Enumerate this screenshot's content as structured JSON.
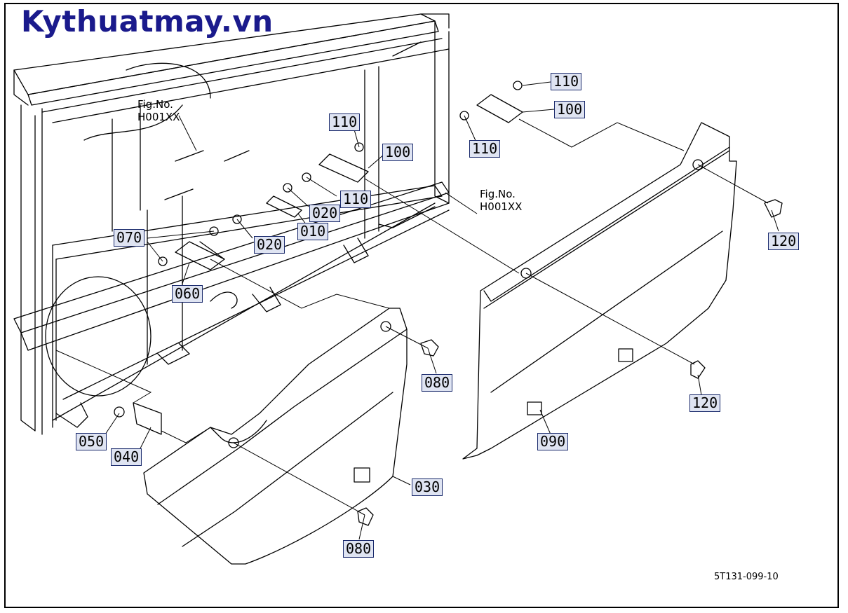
{
  "watermark": "Kythuatmay.vn",
  "figure_refs": [
    {
      "line1": "Fig.No.",
      "line2": "H001XX"
    },
    {
      "line1": "Fig.No.",
      "line2": "H001XX"
    }
  ],
  "labels": [
    "110",
    "100",
    "110",
    "100",
    "110",
    "110",
    "020",
    "010",
    "020",
    "070",
    "060",
    "080",
    "050",
    "040",
    "030",
    "080",
    "120",
    "120",
    "090"
  ],
  "drawing_code": "5T131-099-10"
}
